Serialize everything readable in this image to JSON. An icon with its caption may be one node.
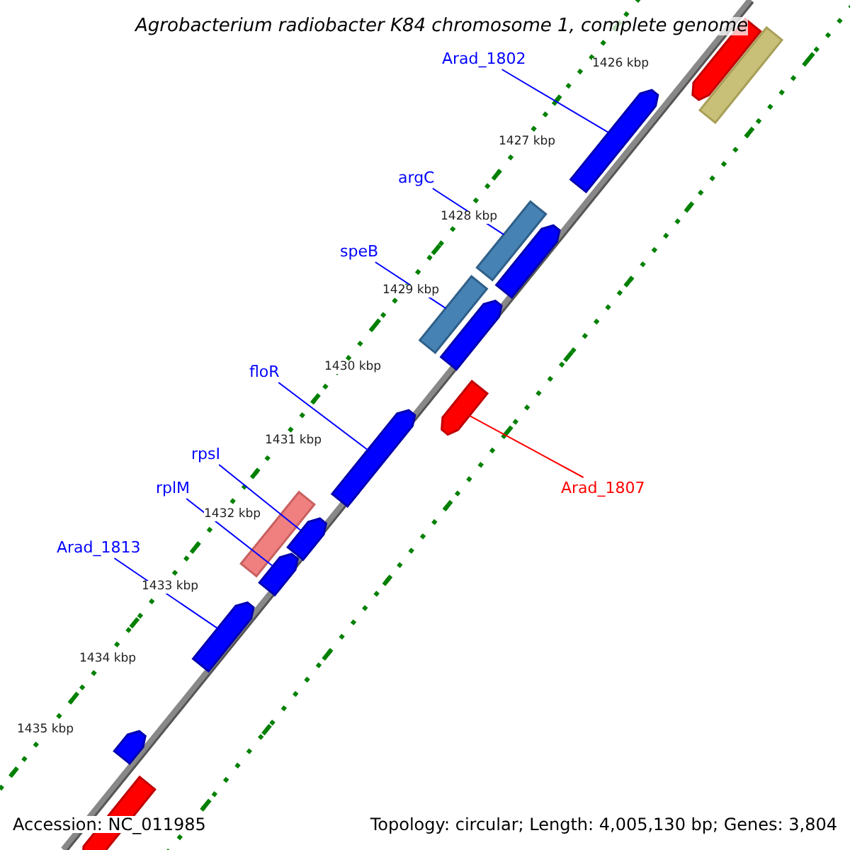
{
  "diagram": {
    "title": "Agrobacterium radiobacter K84 chromosome 1, complete genome",
    "nodes": [
      {
        "text": [
          "Arad_1802"
        ]
      },
      {
        "text": [
          "argC"
        ]
      },
      {
        "text": [
          "speB"
        ]
      },
      {
        "text": [
          "floR"
        ]
      },
      {
        "text": [
          "rpsI"
        ]
      },
      {
        "text": [
          "rplM"
        ]
      },
      {
        "text": [
          "Arad_1813"
        ]
      },
      {
        "text": [
          "Arad_1807"
        ]
      },
      {
        "text": [],
        "shape": "bar"
      },
      {
        "text": [],
        "shape": "bar"
      },
      {
        "text": [],
        "shape": "bar"
      },
      {
        "text": [],
        "shape": "bar"
      },
      {
        "text": [],
        "shape": "bar"
      },
      {
        "text": [],
        "shape": "bar"
      },
      {
        "text": [],
        "shape": "bar"
      },
      {
        "text": [],
        "shape": "bar"
      },
      {
        "text": [],
        "shape": "bar"
      },
      {
        "text": [],
        "shape": "bar"
      },
      {
        "text": [],
        "shape": "bar"
      },
      {
        "text": [],
        "shape": "bar"
      },
      {
        "text": [],
        "shape": "bar"
      },
      {
        "text": [],
        "shape": "bar"
      },
      {
        "text": [],
        "shape": "bar"
      }
    ],
    "edges": [
      {
        "from": 0,
        "to": 10,
        "arrow": "none"
      },
      {
        "from": 1,
        "to": 11,
        "arrow": "none"
      },
      {
        "from": 2,
        "to": 13,
        "arrow": "none"
      },
      {
        "from": 3,
        "to": 16,
        "arrow": "none"
      },
      {
        "from": 4,
        "to": 18,
        "arrow": "none"
      },
      {
        "from": 5,
        "to": 19,
        "arrow": "none"
      },
      {
        "from": 6,
        "to": 20,
        "arrow": "none"
      },
      {
        "from": 7,
        "to": 15,
        "arrow": "none",
        "color": "#ff0000"
      }
    ],
    "labels": [
      "1426 kbp",
      "1427 kbp",
      "1428 kbp",
      "1429 kbp",
      "1430 kbp",
      "1431 kbp",
      "1432 kbp",
      "1433 kbp",
      "1434 kbp",
      "1435 kbp",
      "Accession: NC_011985",
      "Topology: circular; Length: 4,005,130 bp; Genes: 3,804"
    ]
  }
}
